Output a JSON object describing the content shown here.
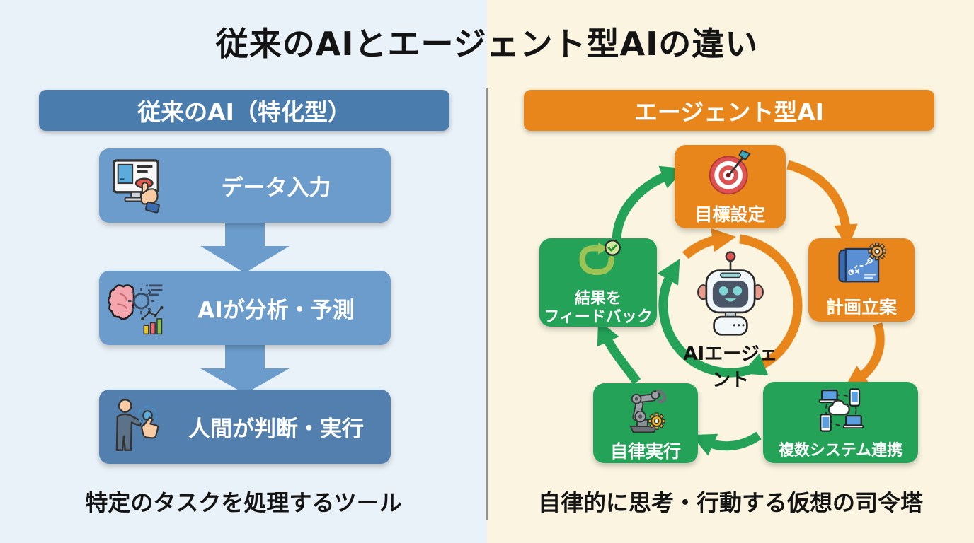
{
  "title": "従来のAIとエージェント型AIの違い",
  "colors": {
    "left_background": "#eaf2f9",
    "right_background": "#faf4e1",
    "header_blue": "#4a7cae",
    "step_blue": "#6b9ccb",
    "step_blue_dark": "#527fae",
    "accent_orange": "#e8861c",
    "accent_green": "#23a258",
    "divider_gray": "#8f9296"
  },
  "left_panel": {
    "header": "従来のAI（特化型）",
    "steps": [
      {
        "label": "データ入力",
        "icon": "computer-input-icon"
      },
      {
        "label": "AIが分析・予測",
        "icon": "brain-analysis-icon"
      },
      {
        "label": "人間が判断・実行",
        "icon": "human-decision-icon"
      }
    ],
    "caption": "特定のタスクを処理するツール"
  },
  "right_panel": {
    "header": "エージェント型AI",
    "center": {
      "label": "AIエージェント",
      "icon": "robot-icon"
    },
    "nodes": [
      {
        "label": "目標設定",
        "icon": "target-icon",
        "color": "orange"
      },
      {
        "label": "計画立案",
        "icon": "blueprint-icon",
        "color": "orange"
      },
      {
        "label": "複数システム連携",
        "icon": "connected-devices-icon",
        "color": "green"
      },
      {
        "label": "自律実行",
        "icon": "robot-arm-icon",
        "color": "green"
      },
      {
        "label": "結果をフィードバック",
        "label_line1": "結果を",
        "label_line2": "フィードバック",
        "icon": "feedback-cycle-icon",
        "color": "green"
      }
    ],
    "caption": "自律的に思考・行動する仮想の司令塔"
  }
}
